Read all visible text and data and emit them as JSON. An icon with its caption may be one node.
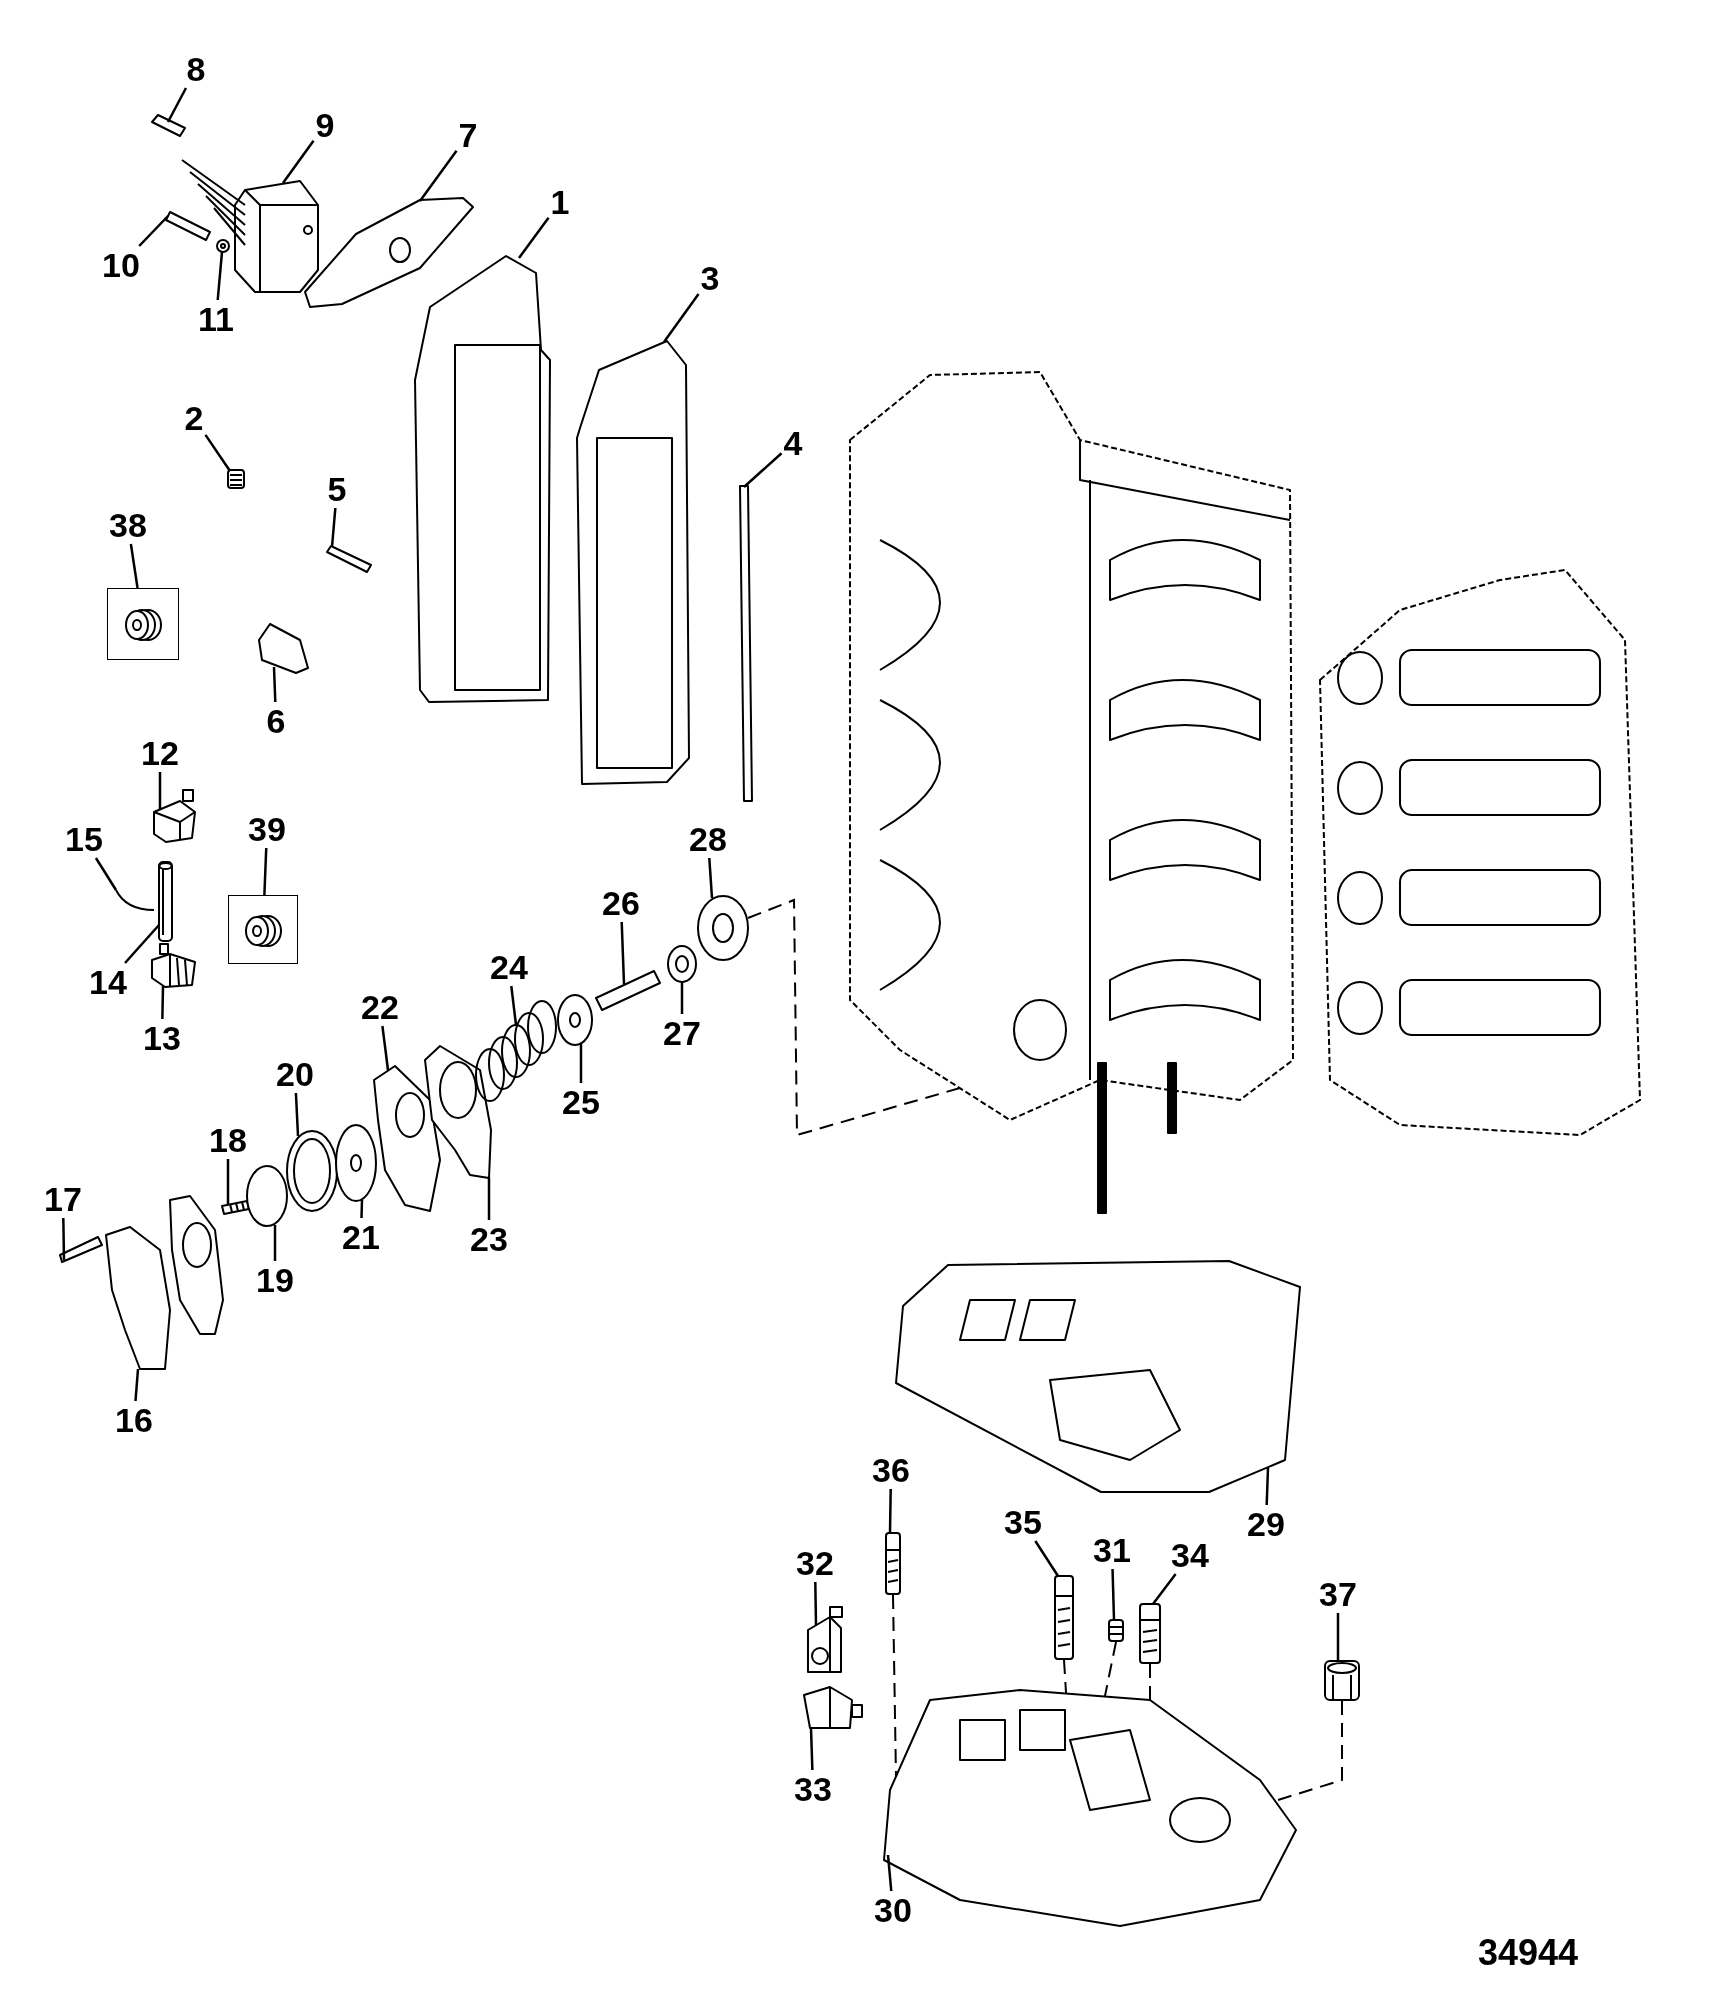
{
  "diagram": {
    "nodes": [
      {
        "text": [
          "1"
        ]
      },
      {
        "text": [
          "2"
        ]
      },
      {
        "text": [
          "3"
        ]
      },
      {
        "text": [
          "4"
        ]
      },
      {
        "text": [
          "5"
        ]
      },
      {
        "text": [
          "6"
        ]
      },
      {
        "text": [
          "7"
        ]
      },
      {
        "text": [
          "8"
        ]
      },
      {
        "text": [
          "9"
        ]
      },
      {
        "text": [
          "10"
        ]
      },
      {
        "text": [
          "11"
        ]
      },
      {
        "text": [
          "12"
        ]
      },
      {
        "text": [
          "13"
        ]
      },
      {
        "text": [
          "14"
        ]
      },
      {
        "text": [
          "15"
        ]
      },
      {
        "text": [
          "16"
        ]
      },
      {
        "text": [
          "17"
        ]
      },
      {
        "text": [
          "18"
        ]
      },
      {
        "text": [
          "19"
        ]
      },
      {
        "text": [
          "20"
        ]
      },
      {
        "text": [
          "21"
        ]
      },
      {
        "text": [
          "22"
        ]
      },
      {
        "text": [
          "23"
        ]
      },
      {
        "text": [
          "24"
        ]
      },
      {
        "text": [
          "25"
        ]
      },
      {
        "text": [
          "26"
        ]
      },
      {
        "text": [
          "27"
        ]
      },
      {
        "text": [
          "28"
        ]
      },
      {
        "text": [
          "29"
        ]
      },
      {
        "text": [
          "30"
        ]
      },
      {
        "text": [
          "31"
        ]
      },
      {
        "text": [
          "32"
        ]
      },
      {
        "text": [
          "33"
        ]
      },
      {
        "text": [
          "34"
        ]
      },
      {
        "text": [
          "35"
        ]
      },
      {
        "text": [
          "36"
        ]
      },
      {
        "text": [
          "37"
        ]
      },
      {
        "text": [
          "38"
        ]
      },
      {
        "text": [
          "39"
        ]
      },
      {
        "text": [],
        "shape": "box"
      },
      {
        "text": [],
        "shape": "box"
      },
      {
        "text": [],
        "shape": "picture"
      },
      {
        "text": [],
        "shape": "picture"
      },
      {
        "text": [],
        "shape": "picture"
      },
      {
        "text": [],
        "shape": "picture"
      },
      {
        "text": [],
        "shape": "picture"
      },
      {
        "text": [],
        "shape": "picture"
      },
      {
        "text": [],
        "shape": "picture"
      },
      {
        "text": [],
        "shape": "picture"
      },
      {
        "text": [],
        "shape": "picture"
      },
      {
        "text": [],
        "shape": "picture"
      },
      {
        "text": [],
        "shape": "picture"
      },
      {
        "text": [],
        "shape": "picture"
      },
      {
        "text": [],
        "shape": "picture"
      },
      {
        "text": [],
        "shape": "picture"
      },
      {
        "text": [],
        "shape": "picture"
      },
      {
        "text": [],
        "shape": "picture"
      },
      {
        "text": [],
        "shape": "picture"
      },
      {
        "text": [],
        "shape": "picture"
      },
      {
        "text": [],
        "shape": "picture"
      },
      {
        "text": [],
        "shape": "picture"
      },
      {
        "text": [],
        "shape": "picture"
      },
      {
        "text": [],
        "shape": "picture"
      },
      {
        "text": [],
        "shape": "picture"
      },
      {
        "text": [],
        "shape": "picture"
      },
      {
        "text": [],
        "shape": "picture"
      },
      {
        "text": [],
        "shape": "picture"
      },
      {
        "text": [],
        "shape": "picture"
      },
      {
        "text": [],
        "shape": "picture"
      },
      {
        "text": [],
        "shape": "picture"
      },
      {
        "text": [],
        "shape": "picture"
      },
      {
        "text": [],
        "shape": "picture"
      },
      {
        "text": [],
        "shape": "picture"
      },
      {
        "text": [],
        "shape": "picture"
      },
      {
        "text": [],
        "shape": "picture"
      },
      {
        "text": [],
        "shape": "picture"
      },
      {
        "text": [],
        "shape": "picture"
      },
      {
        "text": [],
        "shape": "picture"
      },
      {
        "text": [],
        "shape": "picture"
      }
    ],
    "edges": [
      {
        "from": 0,
        "to": 41,
        "arrow": "none"
      },
      {
        "from": 1,
        "to": 42,
        "arrow": "none"
      },
      {
        "from": 2,
        "to": 43,
        "arrow": "none"
      },
      {
        "from": 3,
        "to": 44,
        "arrow": "none"
      },
      {
        "from": 4,
        "to": 45,
        "arrow": "none"
      },
      {
        "from": 5,
        "to": 46,
        "arrow": "none"
      },
      {
        "from": 6,
        "to": 47,
        "arrow": "none"
      },
      {
        "from": 7,
        "to": 48,
        "arrow": "none"
      },
      {
        "from": 8,
        "to": 49,
        "arrow": "none"
      },
      {
        "from": 9,
        "to": 50,
        "arrow": "none"
      },
      {
        "from": 10,
        "to": 51,
        "arrow": "none"
      },
      {
        "from": 11,
        "to": 52,
        "arrow": "none"
      },
      {
        "from": 12,
        "to": 53,
        "arrow": "none"
      },
      {
        "from": 13,
        "to": 54,
        "arrow": "none"
      },
      {
        "from": 14,
        "to": 55,
        "arrow": "none"
      },
      {
        "from": 15,
        "to": 56,
        "arrow": "none"
      },
      {
        "from": 16,
        "to": 57,
        "arrow": "none"
      },
      {
        "from": 17,
        "to": 58,
        "arrow": "none"
      },
      {
        "from": 18,
        "to": 59,
        "arrow": "none"
      },
      {
        "from": 19,
        "to": 60,
        "arrow": "none"
      },
      {
        "from": 20,
        "to": 61,
        "arrow": "none"
      },
      {
        "from": 21,
        "to": 62,
        "arrow": "none"
      },
      {
        "from": 22,
        "to": 63,
        "arrow": "none"
      },
      {
        "from": 23,
        "to": 64,
        "arrow": "none"
      },
      {
        "from": 24,
        "to": 65,
        "arrow": "none"
      },
      {
        "from": 25,
        "to": 66,
        "arrow": "none"
      },
      {
        "from": 26,
        "to": 67,
        "arrow": "none"
      },
      {
        "from": 27,
        "to": 68,
        "arrow": "none"
      },
      {
        "from": 28,
        "to": 69,
        "arrow": "none"
      },
      {
        "from": 29,
        "to": 70,
        "arrow": "none"
      },
      {
        "from": 30,
        "to": 71,
        "arrow": "none"
      },
      {
        "from": 31,
        "to": 72,
        "arrow": "none"
      },
      {
        "from": 32,
        "to": 73,
        "arrow": "none"
      },
      {
        "from": 33,
        "to": 74,
        "arrow": "none"
      },
      {
        "from": 34,
        "to": 75,
        "arrow": "none"
      },
      {
        "from": 35,
        "to": 76,
        "arrow": "none"
      },
      {
        "from": 36,
        "to": 77,
        "arrow": "none"
      },
      {
        "from": 37,
        "to": 39,
        "arrow": "none"
      },
      {
        "from": 38,
        "to": 40,
        "arrow": "none"
      },
      {
        "from": 68,
        "to": 78,
        "arrow": "none",
        "style": "dashed"
      },
      {
        "from": 76,
        "to": 70,
        "arrow": "none",
        "style": "dashed"
      },
      {
        "from": 75,
        "to": 70,
        "arrow": "none",
        "style": "dashed"
      },
      {
        "from": 71,
        "to": 70,
        "arrow": "none",
        "style": "dashed"
      },
      {
        "from": 74,
        "to": 70,
        "arrow": "none",
        "style": "dashed"
      },
      {
        "from": 77,
        "to": 70,
        "arrow": "none",
        "style": "dashed"
      }
    ],
    "labels": [
      "34944"
    ]
  }
}
